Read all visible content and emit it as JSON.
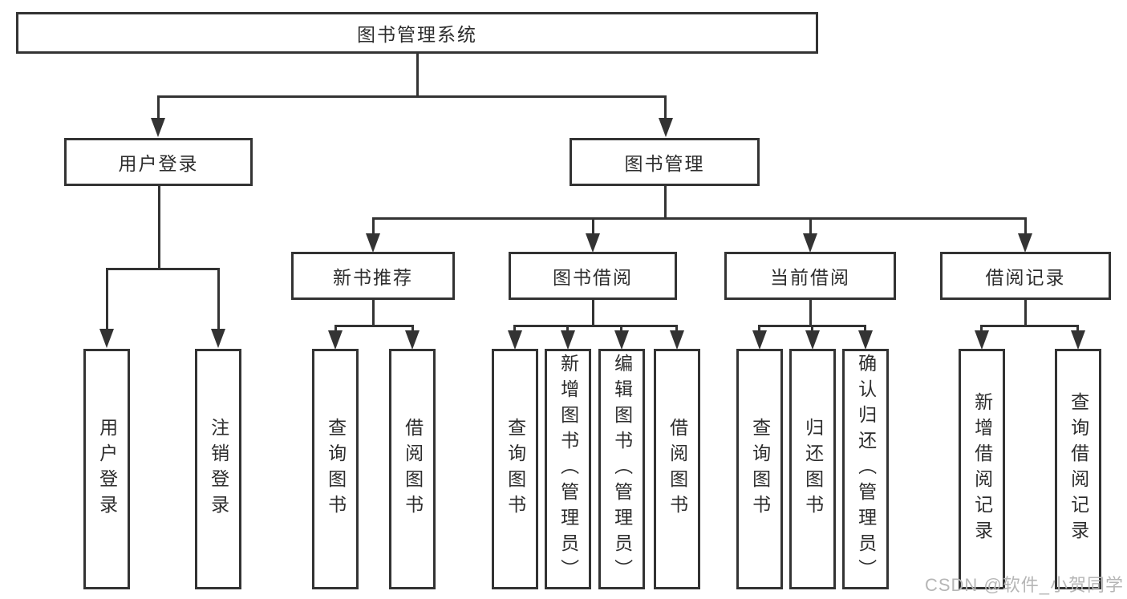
{
  "diagram": {
    "root": {
      "label": "图书管理系统"
    },
    "branches": [
      {
        "label": "用户登录",
        "children": [
          {
            "label": "用户登录"
          },
          {
            "label": "注销登录"
          }
        ]
      },
      {
        "label": "图书管理",
        "children": [
          {
            "label": "新书推荐",
            "children": [
              {
                "label": "查询图书"
              },
              {
                "label": "借阅图书"
              }
            ]
          },
          {
            "label": "图书借阅",
            "children": [
              {
                "label": "查询图书"
              },
              {
                "label": "新增图书（管理员）"
              },
              {
                "label": "编辑图书（管理员）"
              },
              {
                "label": "借阅图书"
              }
            ]
          },
          {
            "label": "当前借阅",
            "children": [
              {
                "label": "查询图书"
              },
              {
                "label": "归还图书"
              },
              {
                "label": "确认归还（管理员）"
              }
            ]
          },
          {
            "label": "借阅记录",
            "children": [
              {
                "label": "新增借阅记录"
              },
              {
                "label": "查询借阅记录"
              }
            ]
          }
        ]
      }
    ]
  },
  "watermark": {
    "text": "CSDN @软件_小贺同学"
  },
  "colors": {
    "line": "#333333",
    "text": "#2d2d2d",
    "background": "#ffffff",
    "watermark": "#b6b6b6"
  }
}
